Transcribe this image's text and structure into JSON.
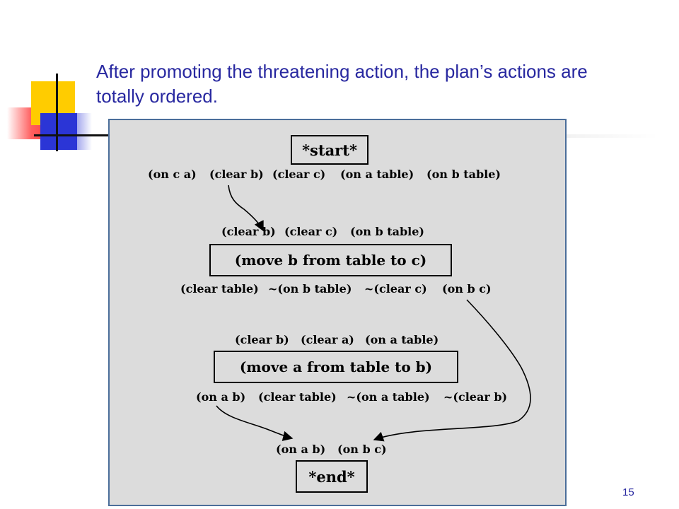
{
  "slide": {
    "title": "After promoting the threatening action, the plan’s actions are totally ordered.",
    "page_number": "15"
  },
  "diagram": {
    "start": {
      "label": "*start*",
      "effects": [
        "(on c a)",
        "(clear b)",
        "(clear c)",
        "(on a table)",
        "(on b table)"
      ]
    },
    "move_b": {
      "preconditions": [
        "(clear b)",
        "(clear c)",
        "(on b table)"
      ],
      "label": "(move b from table to c)",
      "effects": [
        "(clear table)",
        "~(on b table)",
        "~(clear c)",
        "(on b c)"
      ]
    },
    "move_a": {
      "preconditions": [
        "(clear b)",
        "(clear a)",
        "(on a table)"
      ],
      "label": "(move a from table to b)",
      "effects": [
        "(on a b)",
        "(clear table)",
        "~(on a table)",
        "~(clear b)"
      ]
    },
    "end": {
      "preconditions": [
        "(on a b)",
        "(on b c)"
      ],
      "label": "*end*"
    }
  }
}
